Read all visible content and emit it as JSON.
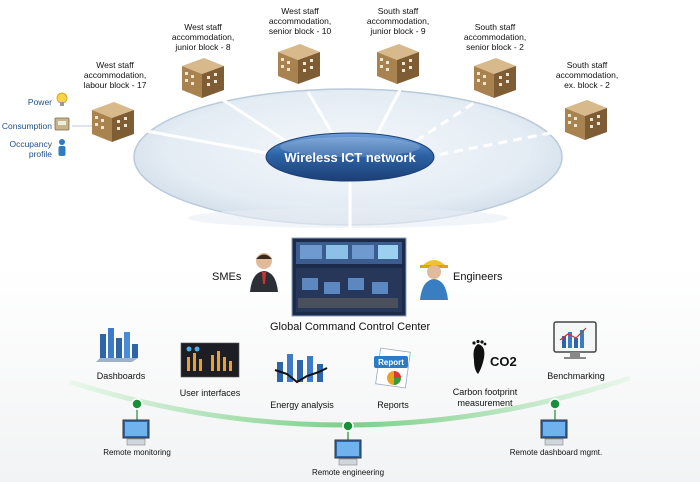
{
  "network": {
    "label": "Wireless ICT network"
  },
  "buildings": [
    {
      "line1": "West staff",
      "line2": "accommodation,",
      "line3": "labour block - 17"
    },
    {
      "line1": "West staff",
      "line2": "accommodation,",
      "line3": "junior block - 8"
    },
    {
      "line1": "West staff",
      "line2": "accommodation,",
      "line3": "senior block - 10"
    },
    {
      "line1": "South staff",
      "line2": "accommodation,",
      "line3": "junior block - 9"
    },
    {
      "line1": "South staff",
      "line2": "accommodation,",
      "line3": "senior block - 2"
    },
    {
      "line1": "South staff",
      "line2": "accommodation,",
      "line3": "ex. block - 2"
    }
  ],
  "meters": [
    {
      "label": "Power",
      "icon": "light-bulb-icon"
    },
    {
      "label": "Consumption",
      "icon": "meter-icon"
    },
    {
      "label": "Occupancy",
      "label2": "profile",
      "icon": "person-icon"
    }
  ],
  "command_center": {
    "label": "Global Command Control Center",
    "left": "SMEs",
    "right": "Engineers"
  },
  "tools": [
    {
      "label": "Dashboards",
      "icon": "dashboard-bars-icon"
    },
    {
      "label": "User interfaces",
      "icon": "user-interface-icon"
    },
    {
      "label": "Energy analysis",
      "icon": "energy-analysis-icon"
    },
    {
      "label": "Reports",
      "icon": "report-icon"
    },
    {
      "label": "Carbon footprint",
      "label2": "measurement",
      "icon": "footprint-co2-icon",
      "co2": "CO2"
    },
    {
      "label": "Benchmarking",
      "icon": "benchmark-monitor-icon"
    }
  ],
  "remote": [
    {
      "label": "Remote monitoring"
    },
    {
      "label": "Remote engineering"
    },
    {
      "label": "Remote dashboard mgmt."
    }
  ],
  "report_badge": "Report",
  "colors": {
    "ellipse": "#dde7f1",
    "hub": "#2e64a8",
    "arc": "#8fd19a",
    "node": "#1a8f3a",
    "label_blue": "#1f4f8a"
  }
}
